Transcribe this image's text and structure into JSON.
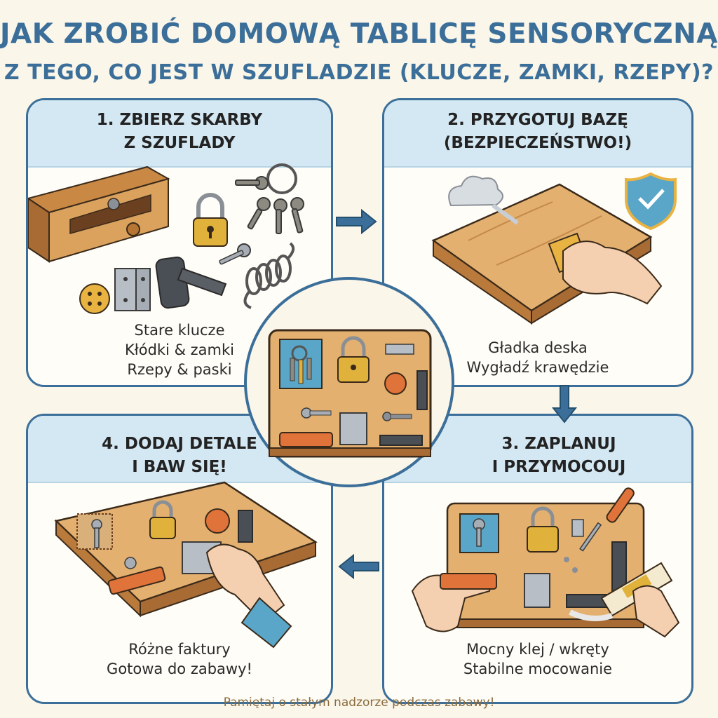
{
  "title": {
    "line1": "JAK ZROBIĆ DOMOWĄ TABLICĘ SENSORYCZNĄ",
    "line2": "Z TEGO, CO JEST W SZUFLADZIE (KLUCZE, ZAMKI, RZEPY)?"
  },
  "steps": [
    {
      "heading1": "1. ZBIERZ SKARBY",
      "heading2": "Z SZUFLADY",
      "captions": [
        "Stare klucze",
        "Kłódki & zamki",
        "Rzepy & paski"
      ]
    },
    {
      "heading1": "2. PRZYGOTUJ BAZĘ",
      "heading2": "(BEZPIECZEŃSTWO!)",
      "captions": [
        "Gładka deska",
        "Wygładź krawędzie"
      ]
    },
    {
      "heading1": "3. ZAPLANUJ",
      "heading2": "I PRZYMOCOUJ",
      "captions": [
        "Mocny klej / wkręty",
        "Stabilne mocowanie"
      ]
    },
    {
      "heading1": "4. DODAJ DETALE",
      "heading2": "I BAW SIĘ!",
      "captions": [
        "Różne faktury",
        "Gotowa do zabawy!"
      ]
    }
  ],
  "footer": "Pamiętaj o stałym nadzorze podczas zabawy!",
  "colors": {
    "accent": "#3b6f99",
    "header_fill": "#d4e8f3",
    "wood": "#dfa865",
    "wood_dark": "#a86b34",
    "brass": "#e0b23c",
    "metal": "#a7adb4",
    "strap": "#e0733a",
    "velcro": "#4a4e55",
    "tile": "#5aa6c8"
  },
  "icons": [
    "drawer-icon",
    "keys-icon",
    "padlock-icon",
    "hinge-icon",
    "button-icon",
    "spring-icon",
    "velcro-icon",
    "shield-check-icon",
    "sanding-hand-icon",
    "screwdriver-icon",
    "glue-tube-icon",
    "arrow-right-icon",
    "arrow-down-icon",
    "arrow-left-icon"
  ]
}
